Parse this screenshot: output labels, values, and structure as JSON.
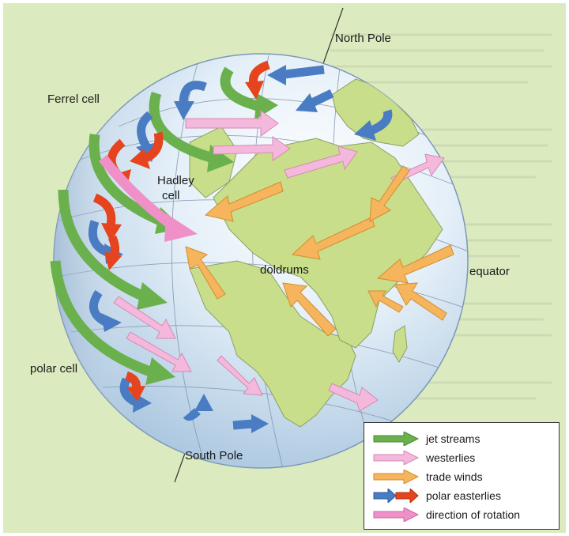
{
  "labels": {
    "north_pole": "North Pole",
    "south_pole": "South Pole",
    "ferrel_cell": "Ferrel cell",
    "hadley_line1": "Hadley",
    "hadley_line2": "cell",
    "doldrums": "doldrums",
    "equator": "equator",
    "polar_cell": "polar cell"
  },
  "legend": [
    {
      "label": "jet streams",
      "color": "#6ab04c"
    },
    {
      "label": "westerlies",
      "color": "#f4b8dc"
    },
    {
      "label": "trade winds",
      "color": "#f6b55c"
    },
    {
      "label": "polar easterlies",
      "color": "#4a7cc4",
      "color2": "#e5441e"
    },
    {
      "label": "direction of rotation",
      "color": "#f090c8"
    }
  ],
  "colors": {
    "background": "#dcebbf",
    "ocean": "#cfe4f2",
    "land": "#c8de8a",
    "jet_stream": "#6ab04c",
    "westerlies": "#f4b8dc",
    "trade_winds": "#f6b55c",
    "polar_easterlies_blue": "#4a7cc4",
    "polar_easterlies_red": "#e5441e",
    "rotation": "#f090c8"
  }
}
